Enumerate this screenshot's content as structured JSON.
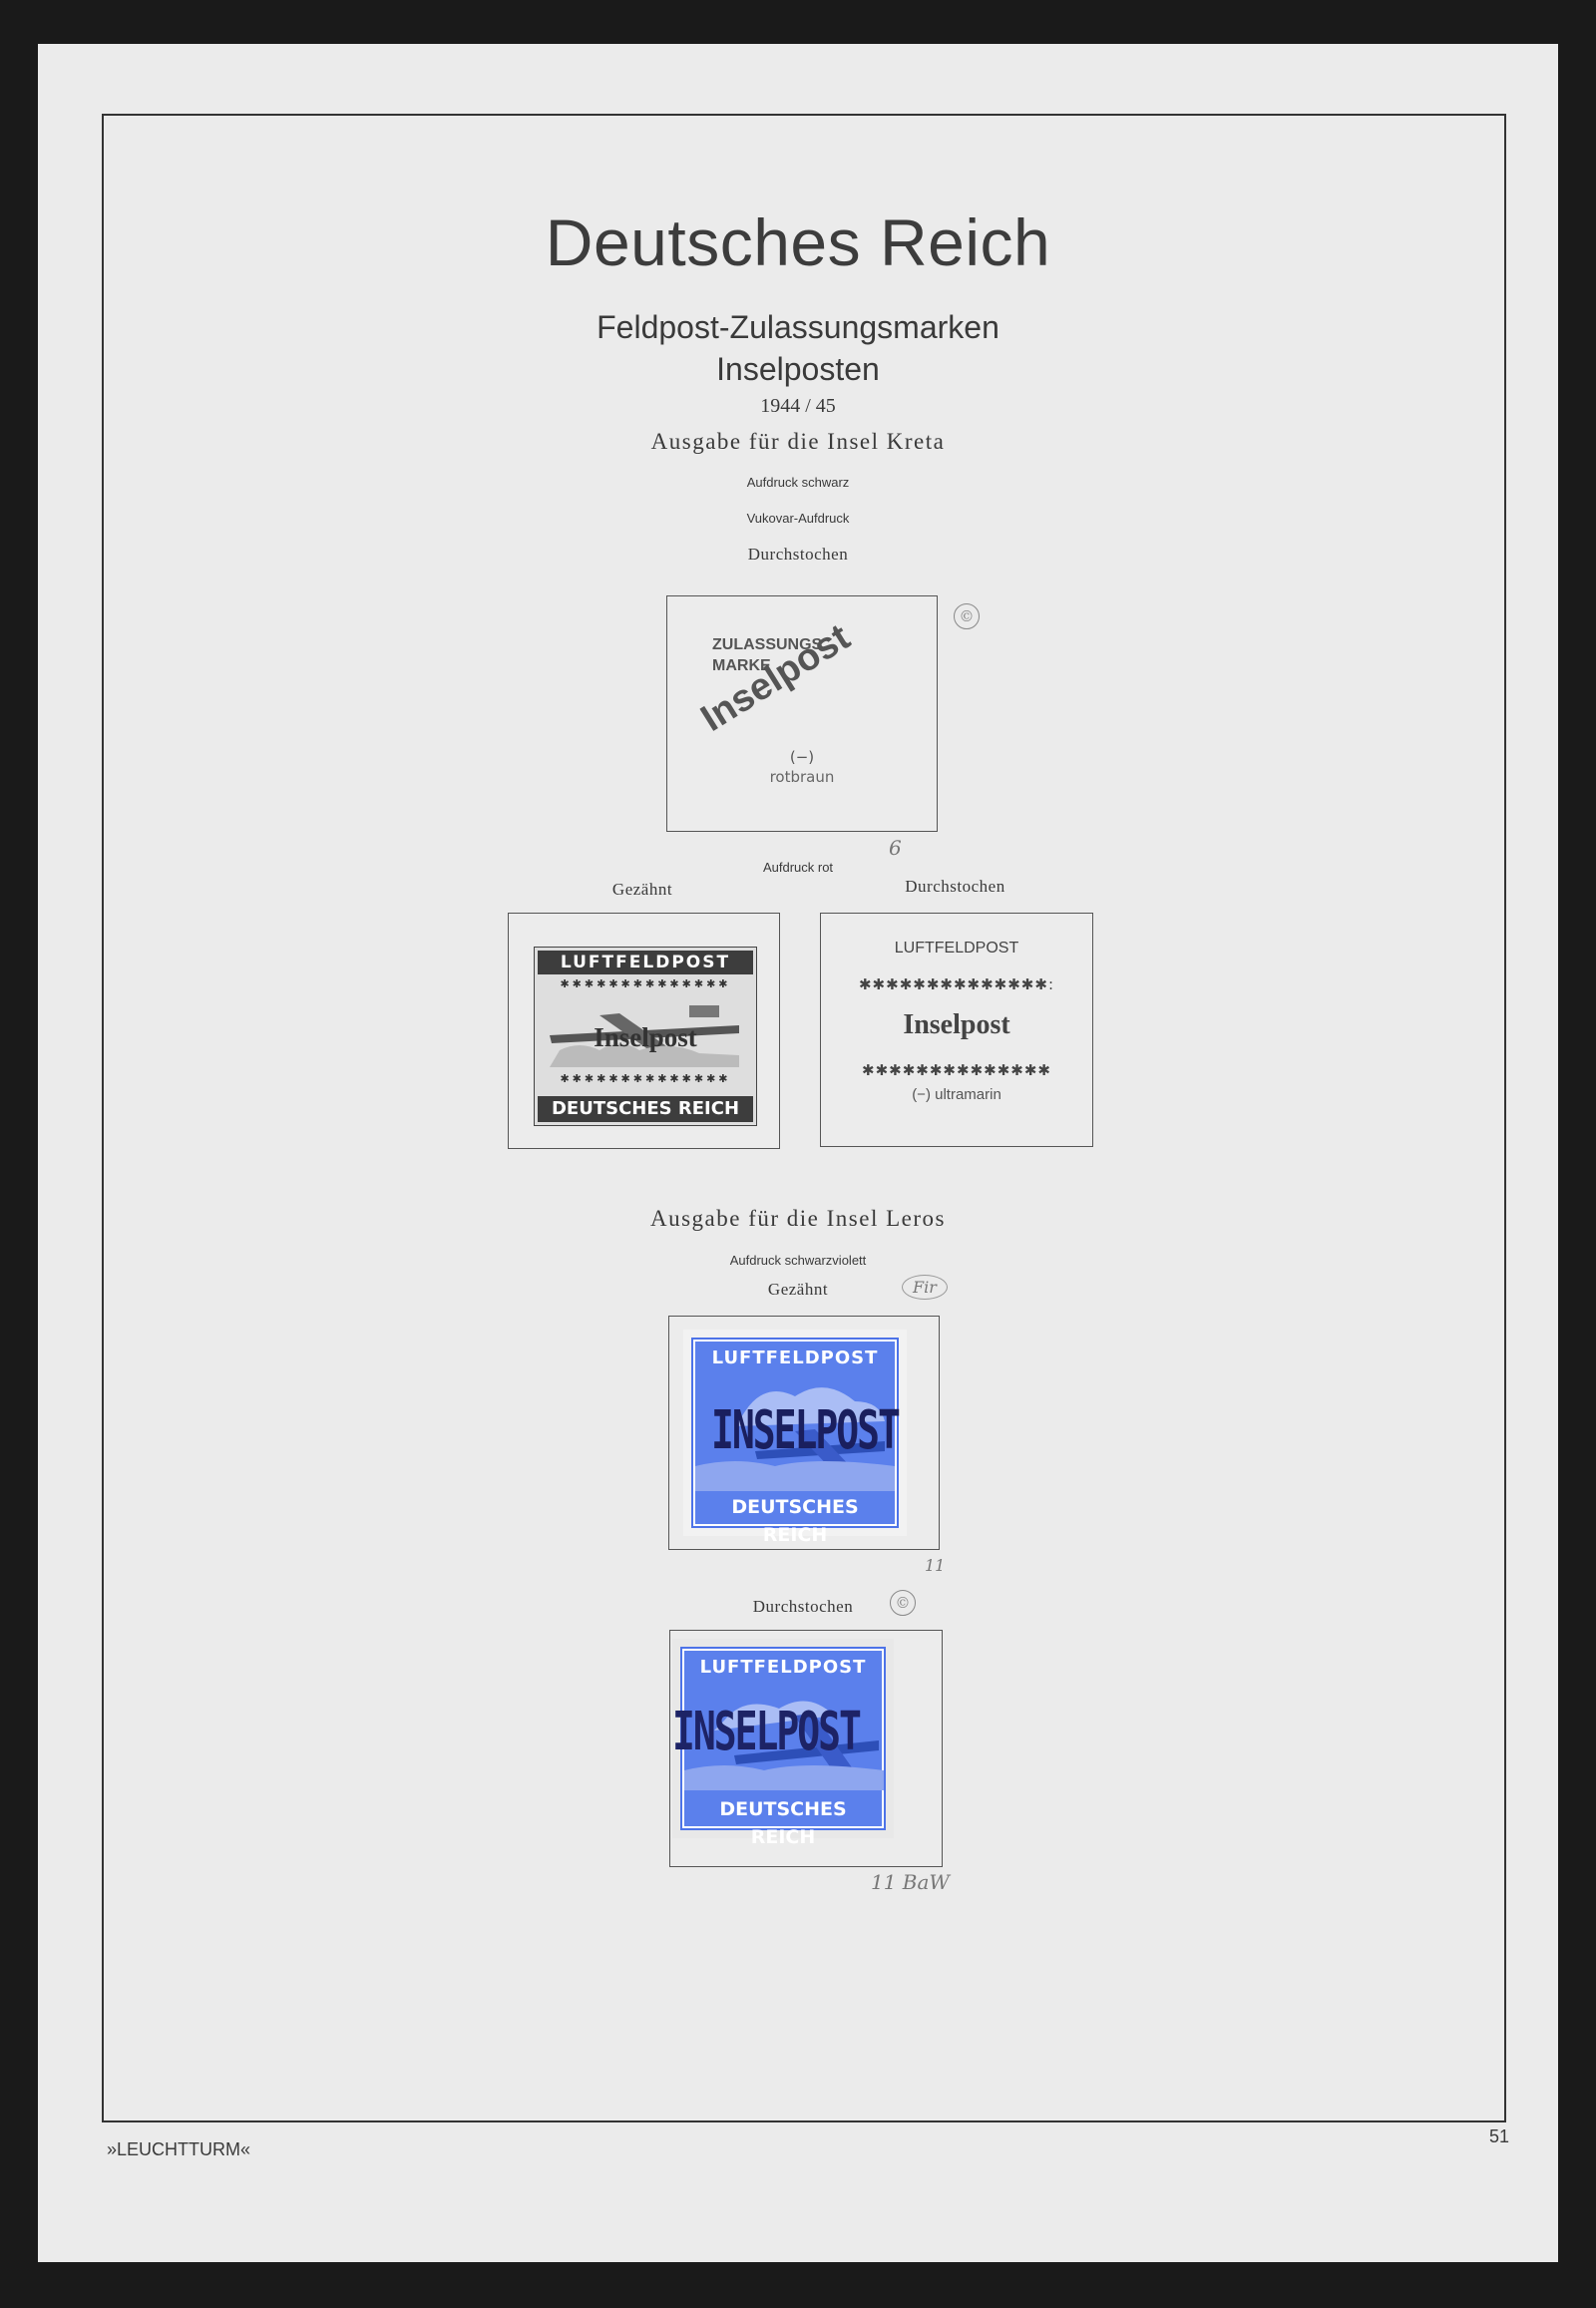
{
  "page": {
    "title": "Deutsches Reich",
    "subtitle1": "Feldpost-Zulassungsmarken",
    "subtitle2": "Inselposten",
    "years": "1944 / 45",
    "footer_brand": "»LEUCHTTURM«",
    "page_number": "51"
  },
  "kreta": {
    "heading": "Ausgabe für die Insel Kreta",
    "note1": "Aufdruck schwarz",
    "note2": "Vukovar-Aufdruck",
    "note3": "Durchstochen",
    "stamp1": {
      "line1": "ZULASSUNGS",
      "line2": "MARKE",
      "overprint": "Inselpost",
      "value": "(−)",
      "color": "rotbraun"
    },
    "pencil_c1": "©",
    "pencil_6": "6",
    "note_rot": "Aufdruck rot",
    "label_gezaehnt": "Gezähnt",
    "label_durchstochen": "Durchstochen",
    "stamp2": {
      "top": "LUFTFELDPOST",
      "overprint": "Inselpost",
      "bottom": "DEUTSCHES REICH"
    },
    "stamp3": {
      "top": "LUFTFELDPOST",
      "stars1": "✱✱✱✱✱✱✱✱✱✱✱✱✱✱:",
      "overprint": "Inselpost",
      "stars2": "✱✱✱✱✱✱✱✱✱✱✱✱✱✱",
      "caption": "(−) ultramarin"
    }
  },
  "leros": {
    "heading": "Ausgabe für die Insel Leros",
    "note1": "Aufdruck schwarzviolett",
    "label_gezaehnt": "Gezähnt",
    "pencil_mark": "Fir",
    "stamp4": {
      "top": "LUFTFELDPOST",
      "overprint": "INSELPOST",
      "bottom": "DEUTSCHES REICH"
    },
    "pencil_11": "11",
    "label_durchstochen": "Durchstochen",
    "pencil_c2": "©",
    "stamp5": {
      "top": "LUFTFELDPOST",
      "overprint": "INSELPOST",
      "bottom": "DEUTSCHES REICH"
    },
    "pencil_11ball": "11 BaW"
  },
  "colors": {
    "blue_stamp": "#4d73e8",
    "overprint_violet": "#1a1f5e",
    "page_bg": "#ebebeb"
  }
}
